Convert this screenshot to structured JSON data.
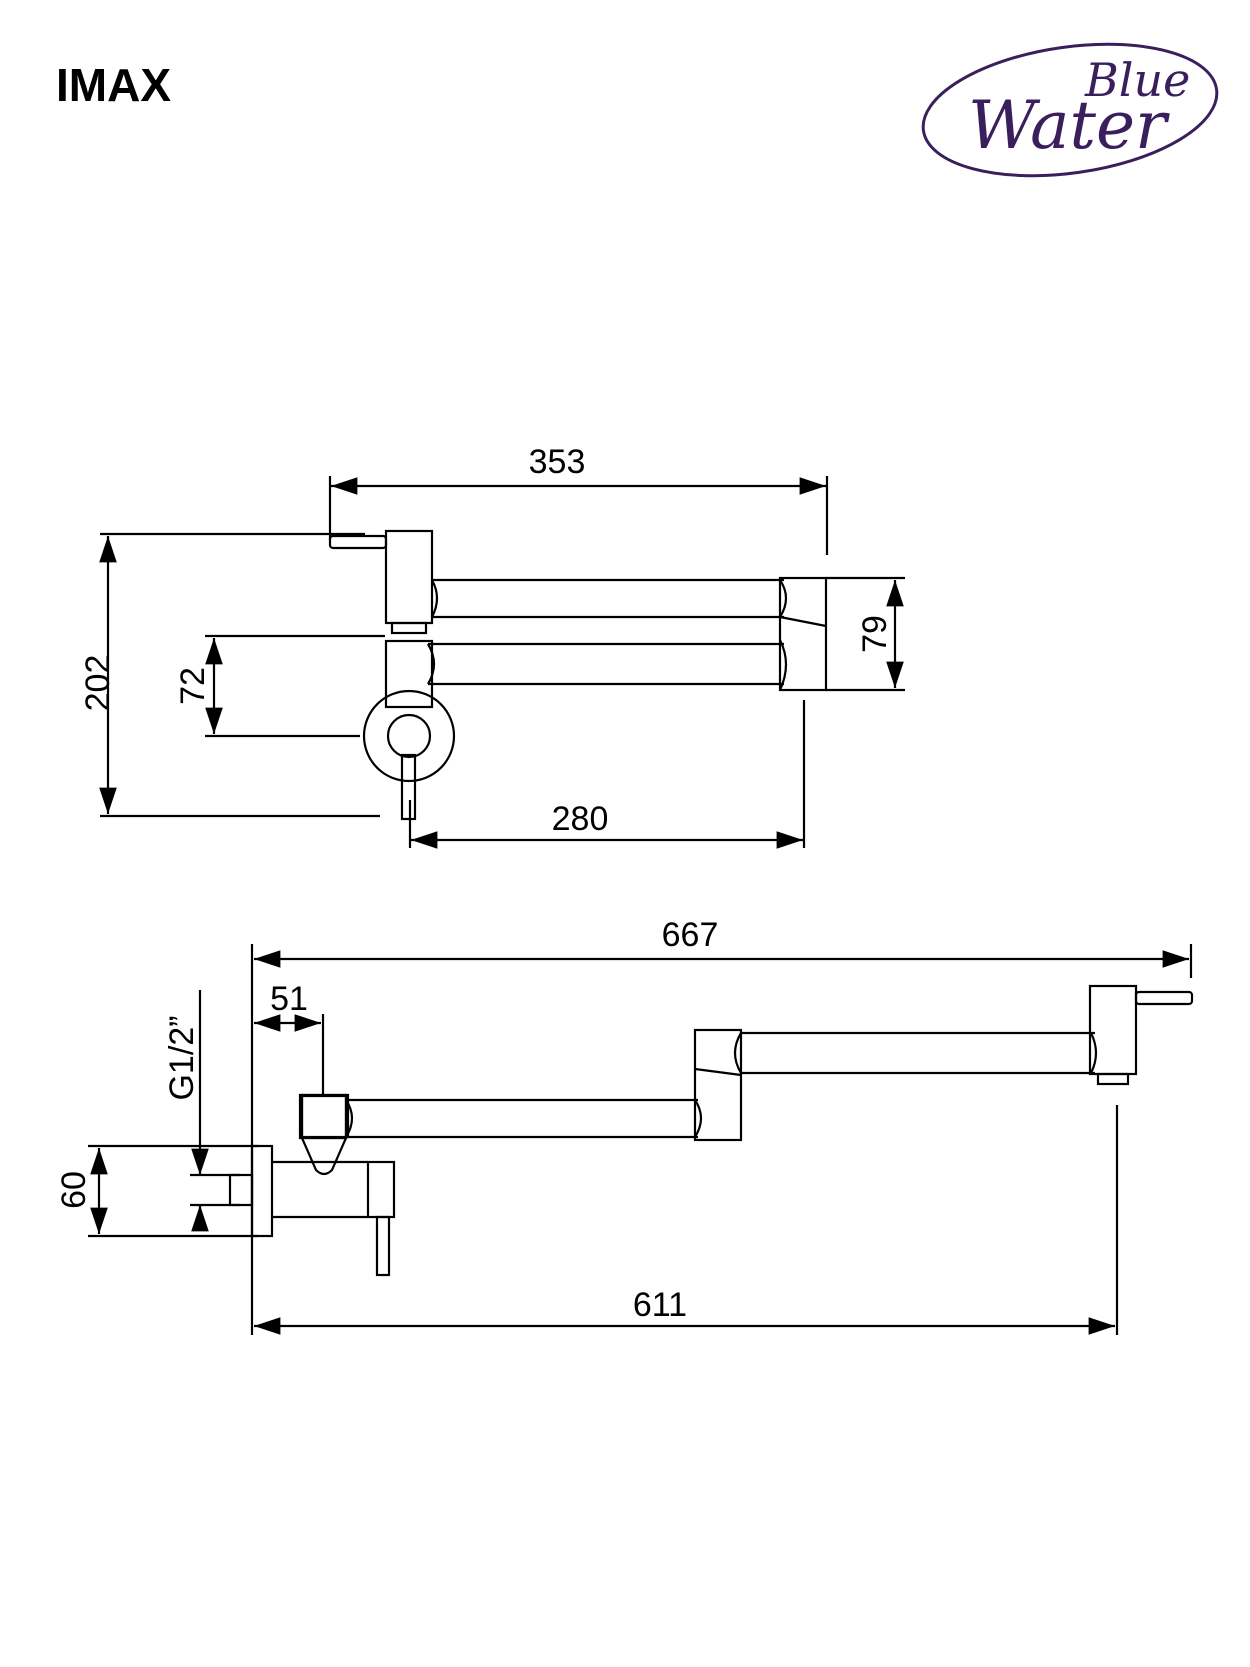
{
  "header": {
    "title": "IMAX"
  },
  "logo": {
    "line1": "Blue",
    "line2": "Water",
    "color": "#3a1f5c"
  },
  "top_view": {
    "dims": {
      "overall_width": "353",
      "overall_height": "202",
      "inlet_offset": "72",
      "joint_height": "79",
      "projection": "280"
    }
  },
  "side_view": {
    "dims": {
      "total_length": "667",
      "wall_offset": "51",
      "thread": "G1/2”",
      "escutcheon": "60",
      "reach": "611"
    }
  }
}
